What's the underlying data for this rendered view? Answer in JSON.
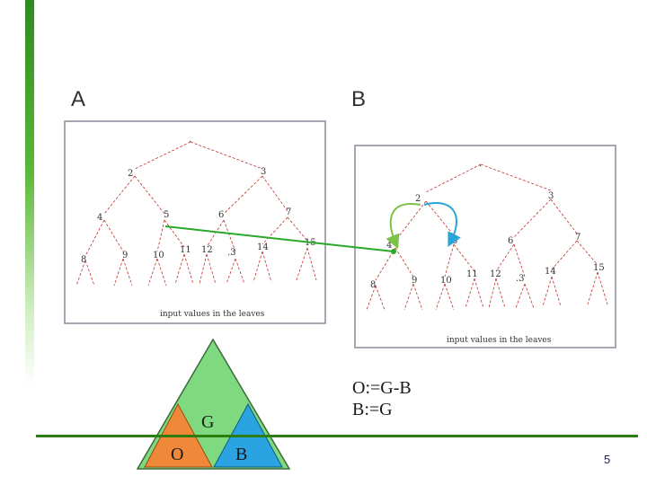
{
  "sidebar_color": "#2e8b1e",
  "labels": {
    "A": "A",
    "B": "B"
  },
  "tree_a": {
    "caption": "input values in the leaves",
    "root": ".",
    "nodes": [
      "2",
      "3",
      "4",
      "5",
      "6",
      "7",
      "8",
      "9",
      "10",
      "11",
      "12",
      ".3",
      "14",
      "15"
    ]
  },
  "tree_b": {
    "caption": "input values in the leaves",
    "root": ".",
    "nodes": [
      "2",
      "3",
      "4",
      "5",
      "6",
      "7",
      "8",
      "9",
      "10",
      "11",
      "12",
      ".3",
      "14",
      "15"
    ]
  },
  "triangle": {
    "g": "G",
    "o": "O",
    "b": "B"
  },
  "formula": {
    "line1": "O:=G-B",
    "line2": "B:=G"
  },
  "page_number": "5",
  "colors": {
    "tree_lines": "#c0302a",
    "connector": "#2aa82a",
    "green_arrow": "#7cc24a",
    "blue_arrow": "#29a6d8",
    "big_triangle": "#7fd97f",
    "orange_triangle": "#f0883a",
    "blue_triangle": "#2aa3e0",
    "rule": "#2e7d10"
  }
}
